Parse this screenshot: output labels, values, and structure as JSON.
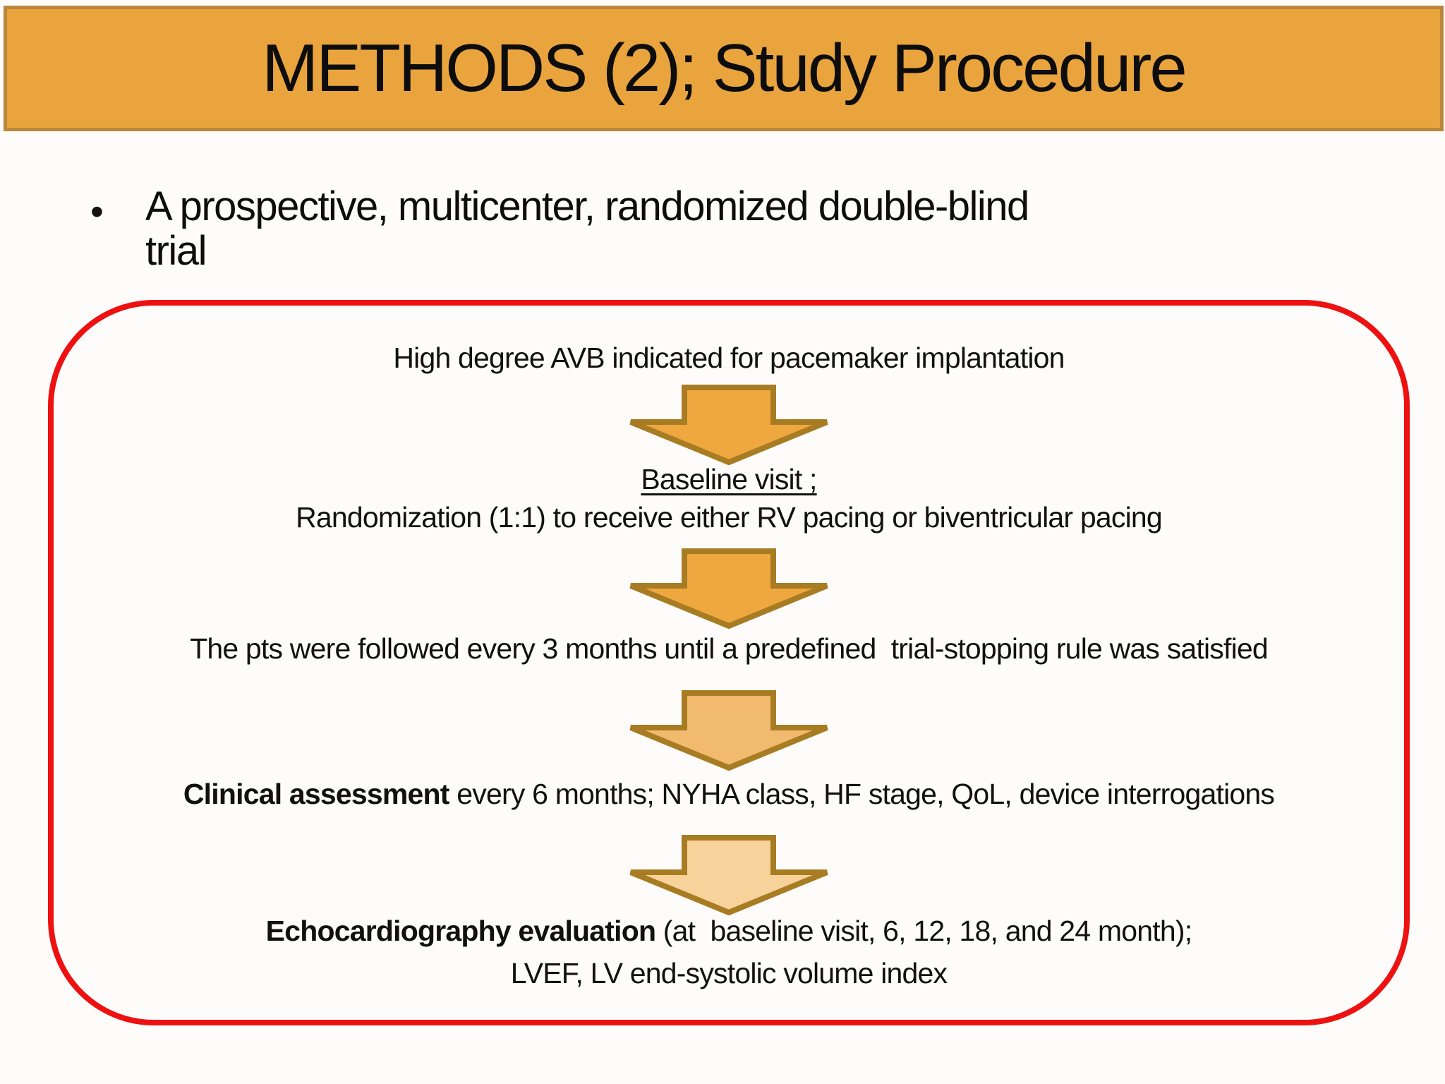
{
  "title": "METHODS (2); Study Procedure",
  "bullet": {
    "marker": "•",
    "line1": "A prospective, multicenter, randomized double-blind",
    "line2": "trial"
  },
  "flowchart": {
    "border_color": "#EE1111",
    "step1": "High degree AVB indicated for pacemaker implantation",
    "step2_title": "Baseline visit ;",
    "step2_detail": "Randomization (1:1) to receive either RV pacing or biventricular pacing",
    "step3": "The pts were followed every 3 months until a predefined  trial-stopping rule was satisfied",
    "step4_bold": "Clinical assessment",
    "step4_rest": " every 6 months; NYHA class, HF stage, QoL, device interrogations",
    "step5_bold": "Echocardiography evaluation",
    "step5_rest": " (at  baseline visit, 6, 12, 18, and 24 month);",
    "step5_line2": "LVEF, LV end-systolic volume index",
    "arrows": [
      {
        "fill": "#EFA840",
        "stroke": "#A87C22"
      },
      {
        "fill": "#EFA840",
        "stroke": "#A87C22"
      },
      {
        "fill": "#F2BA6E",
        "stroke": "#A87C22"
      },
      {
        "fill": "#F7D29A",
        "stroke": "#A87C22"
      }
    ]
  },
  "colors": {
    "banner_fill": "#E9A43E",
    "banner_border": "#B9873B",
    "flow_border": "#EE1111",
    "text": "#111111",
    "background": "#FDFCFB"
  }
}
